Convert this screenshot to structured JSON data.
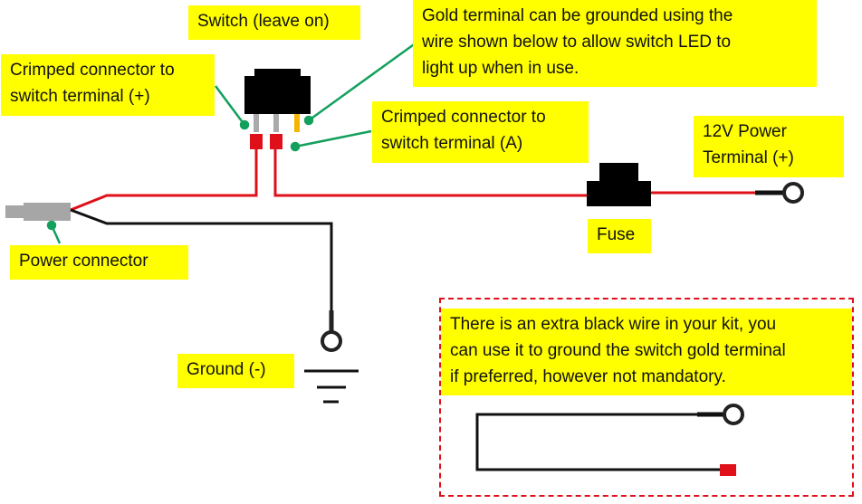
{
  "labels": {
    "switch": "Switch (leave on)",
    "gold_terminal": "Gold terminal can be grounded using the\nwire shown below to allow switch LED to\nlight up when in use.",
    "crimped_plus": "Crimped connector to\nswitch terminal (+)",
    "crimped_a": "Crimped connector to\nswitch terminal (A)",
    "power_12v": "12V Power\nTerminal (+)",
    "fuse": "Fuse",
    "power_connector": "Power connector",
    "ground": "Ground (-)",
    "extra_wire_note": "There is an extra black wire in your kit, you\ncan use it to ground the switch gold terminal\nif preferred, however not mandatory."
  },
  "colors": {
    "label_bg": "#ffff00",
    "positive_wire": "#e0101a",
    "ground_wire": "#111111",
    "leader_line": "#12a05c",
    "switch_body": "#000000",
    "switch_pin": "#aaaaaa",
    "gold_pin": "#f5b400",
    "connector": "#a6a6a6",
    "note_border": "#e0101a"
  }
}
